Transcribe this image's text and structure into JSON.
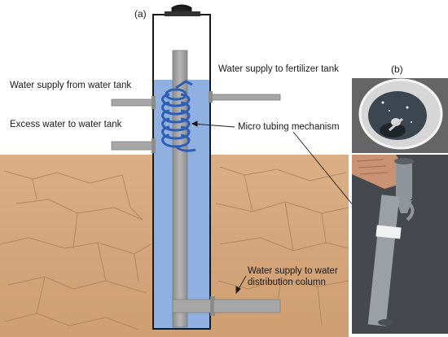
{
  "panels": {
    "a": "(a)",
    "b": "(b)"
  },
  "labels": {
    "supply_from_tank": "Water supply from  water tank",
    "excess_to_tank": "Excess water to water tank",
    "supply_to_fertilizer": "Water supply to fertilizer tank",
    "micro_tubing": "Micro tubing mechanism",
    "supply_to_column_line1": "Water supply to water",
    "supply_to_column_line2": "distribution column"
  },
  "colors": {
    "soil": "#d4a57a",
    "soil_crack": "#a97b54",
    "water": "#8fb0e0",
    "column_fill": "#bcd0ee",
    "pipe": "#a6a6a6",
    "pipe_dark": "#7d7d7d",
    "coil": "#2f5fb5",
    "outline": "#1a1a1a"
  }
}
